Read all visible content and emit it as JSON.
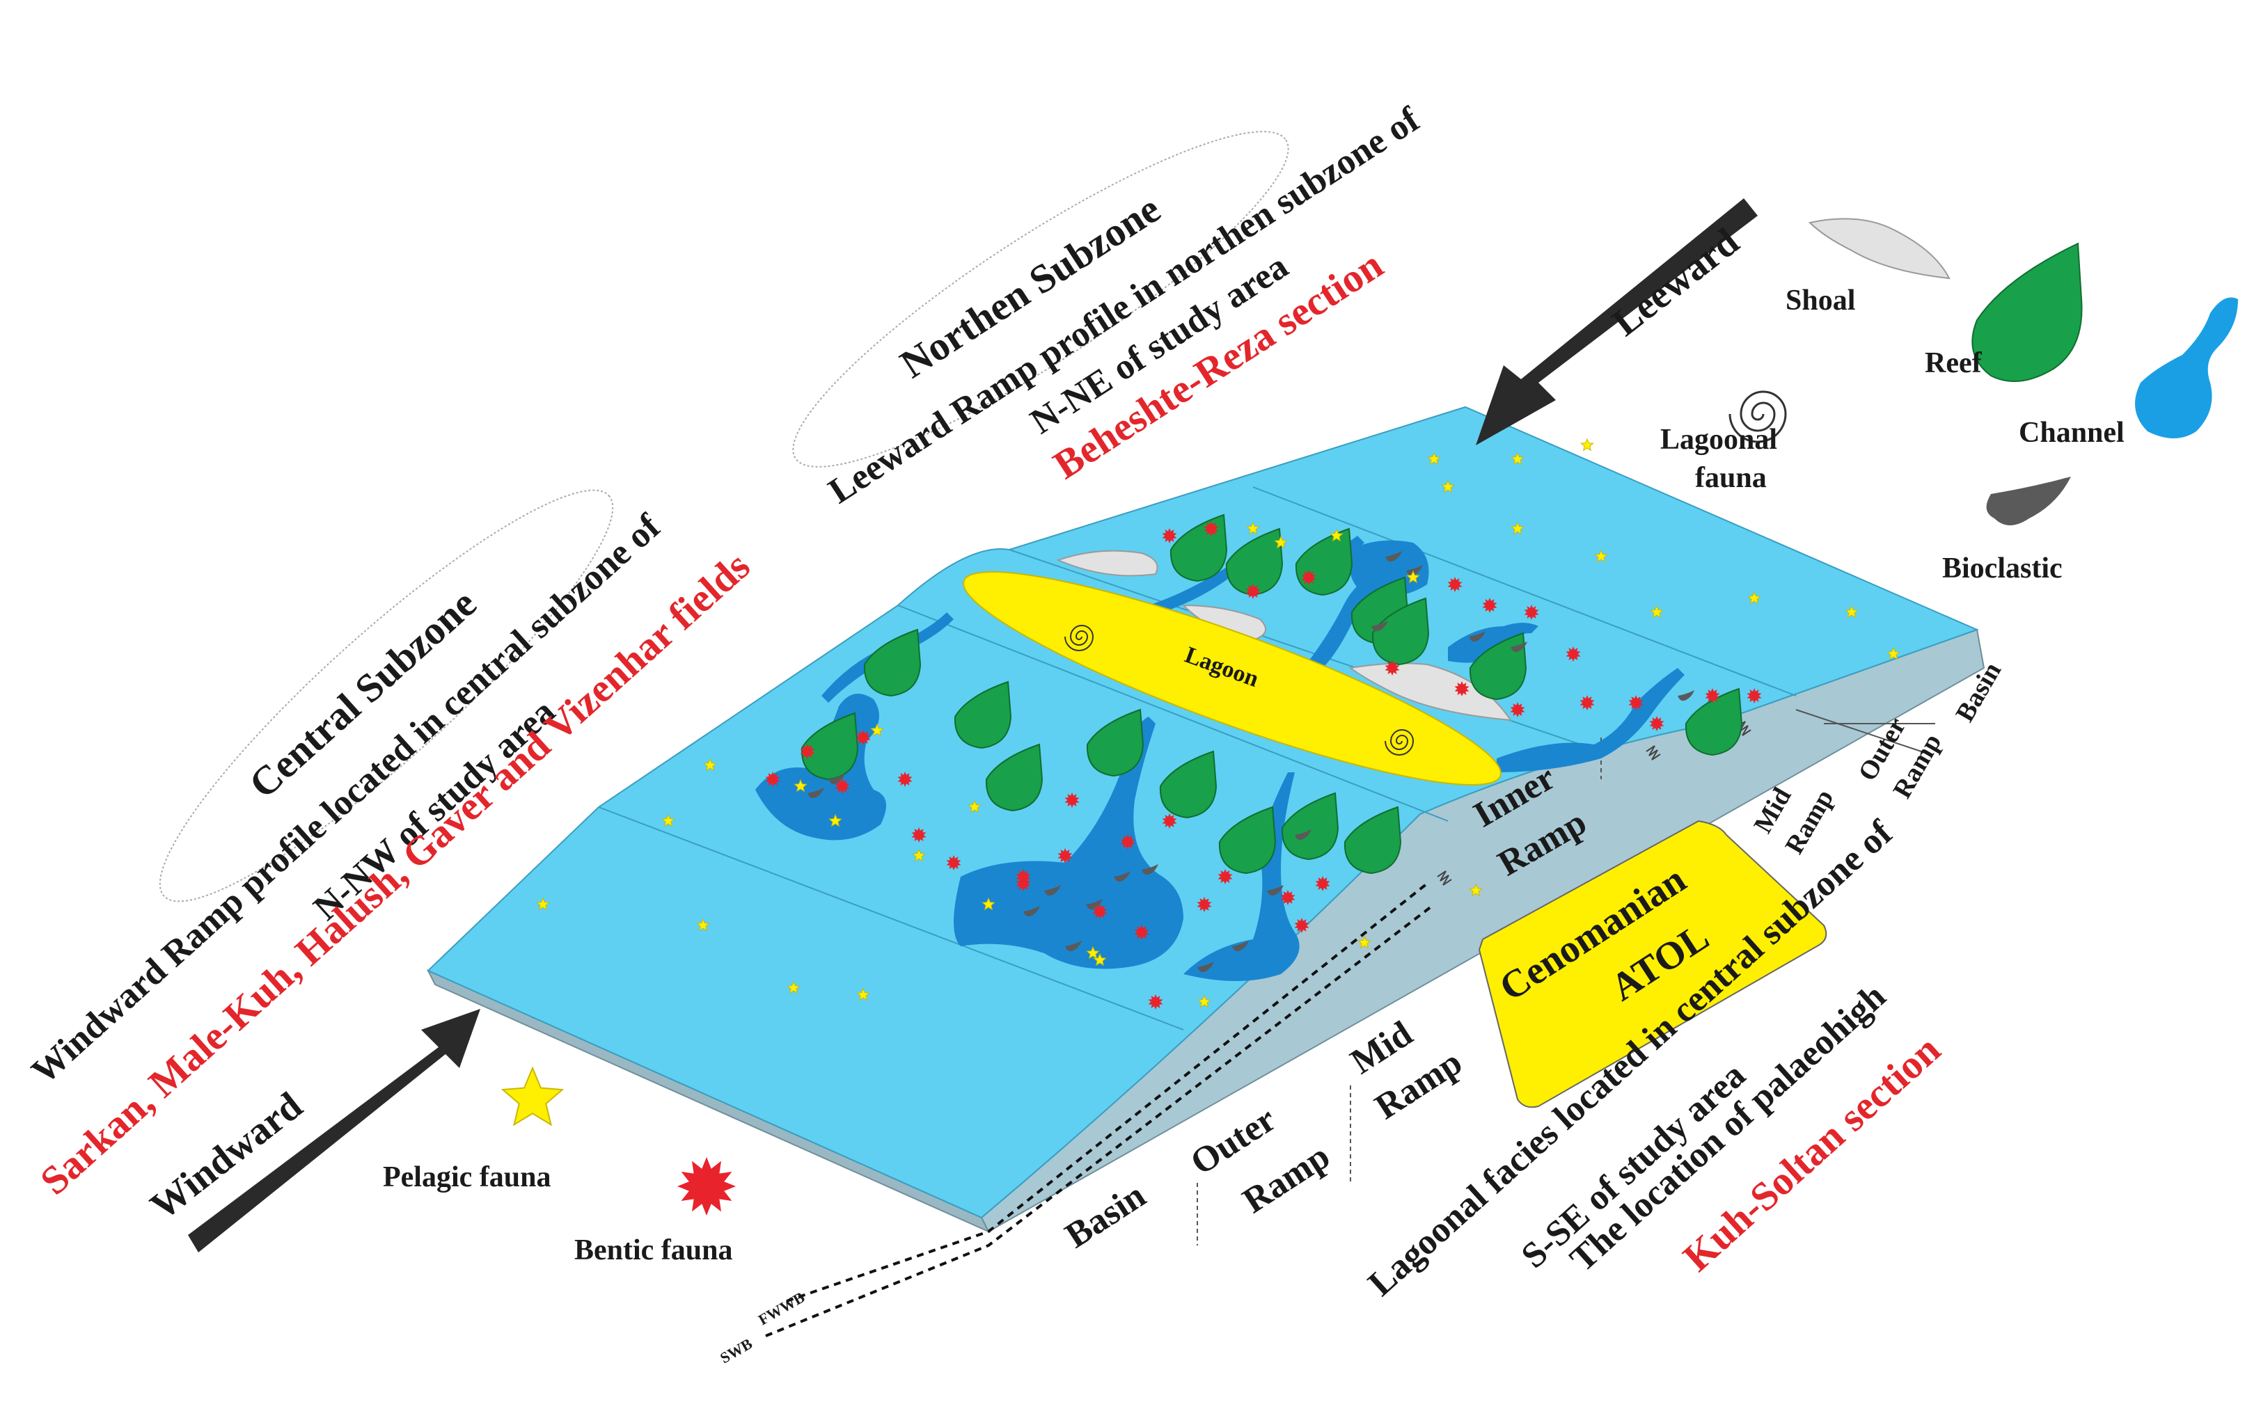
{
  "colors": {
    "water": "#5fd0f2",
    "slope": "#a8c8d4",
    "channel": "#1a86d0",
    "reef": "#19a04a",
    "lagoon": "#ffef00",
    "shoal": "#e2e2e2",
    "bioclastic": "#5a5a5a",
    "pelagic_star": "#ffef00",
    "bentic_star": "#e8232c",
    "red_text": "#e3262b",
    "arrow": "#2a2a2a"
  },
  "titles": {
    "central_subzone": "Central Subzone",
    "northern_subzone": "Northen Subzone"
  },
  "profiles": {
    "windward_profile": "Windward Ramp profile located in central subzone of",
    "windward_area": "N-NW of study area",
    "windward_fields": "Sarkan, Male-Kuh, Halush, Gaver and Vizenhar fields",
    "leeward_profile": "Leeward Ramp profile in northen subzone of",
    "leeward_area": "N-NE of study area",
    "leeward_section": "Beheshte-Reza section",
    "lagoonal_line1": "Lagoonal facies located in central subzone of",
    "lagoonal_line2": "S-SE of study area",
    "lagoonal_line3": "The location of palaeohigh",
    "lagoonal_section": "Kuh-Soltan section"
  },
  "directions": {
    "windward": "Windward",
    "leeward": "Leeward"
  },
  "legend": {
    "shoal": "Shoal",
    "reef": "Reef",
    "channel": "Channel",
    "lagoonal_fauna_1": "Lagoonal",
    "lagoonal_fauna_2": "fauna",
    "bioclastic": "Bioclastic",
    "pelagic_fauna": "Pelagic fauna",
    "bentic_fauna": "Bentic fauna"
  },
  "block": {
    "lagoon": "Lagoon",
    "inner_ramp_1": "Inner",
    "inner_ramp_2": "Ramp",
    "atol_1": "Cenomanian",
    "atol_2": "ATOL"
  },
  "zones_front": {
    "basin": "Basin",
    "outer_1": "Outer",
    "outer_2": "Ramp",
    "mid_1": "Mid",
    "mid_2": "Ramp"
  },
  "zones_side": {
    "mid_1": "Mid",
    "mid_2": "Ramp",
    "outer_1": "Outer",
    "outer_2": "Ramp",
    "basin": "Basin"
  },
  "wave_base": {
    "fwwb": "FWWB",
    "swb": "SWB"
  }
}
